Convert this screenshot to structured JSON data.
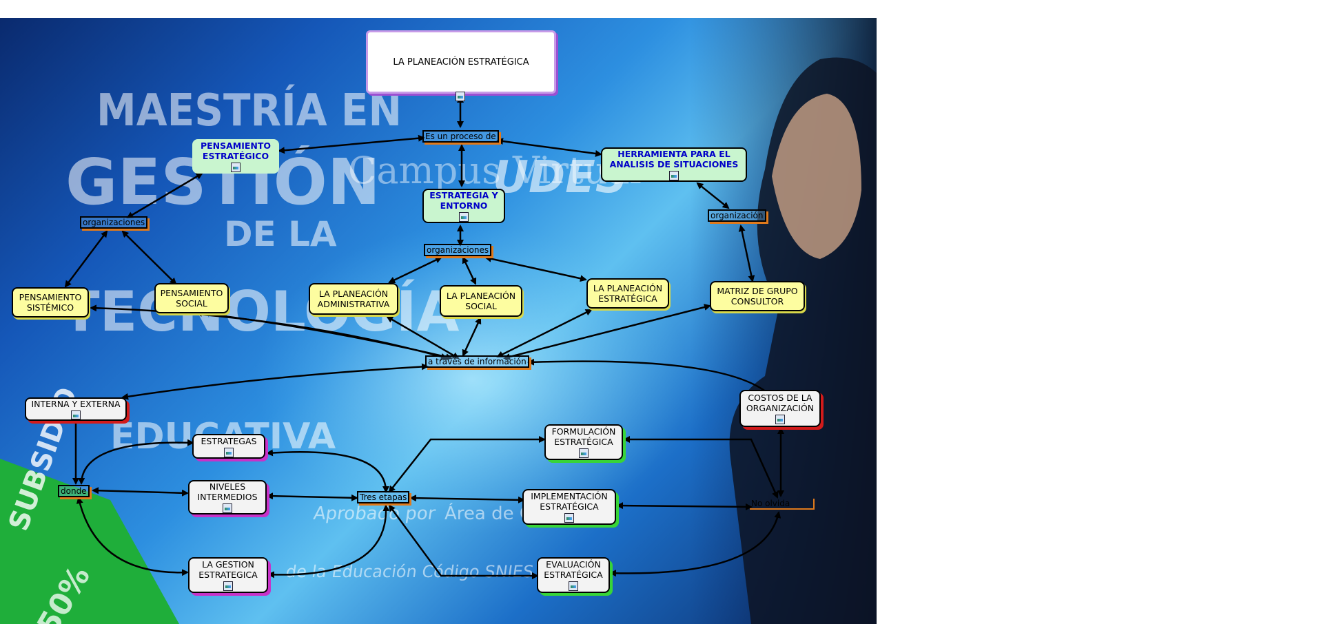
{
  "background": {
    "watermark_line1": "MAESTRÍA EN",
    "watermark_line2": "GESTIÓN",
    "watermark_line3": "DE LA",
    "watermark_line4": "TECNOLOGÍA",
    "watermark_line5": "EDUCATIVA",
    "watermark_campus": "Campus Virtual",
    "watermark_brand": "UDES",
    "watermark_aprobado": "Aprobado por",
    "watermark_area": "Área de Ciencias",
    "watermark_snies": "de la Educación Código SNIES",
    "watermark_subsidio": "SUBSIDIO",
    "watermark_percent": "50%",
    "colors": {
      "deep": "#0a2a6e",
      "mid": "#2d8fe0",
      "light": "#5fc0f0",
      "green_corner": "#1fae3a"
    }
  },
  "nodes": {
    "root": "LA PLANEACIÓN ESTRATÉGICA",
    "es_un_proceso": "Es un proceso de",
    "pensamiento_estrategico": "PENSAMIENTO ESTRATÉGICO",
    "herramienta": "HERRAMIENTA PARA EL ANALISIS DE SITUACIONES",
    "estrategia_entorno": "ESTRATEGIA Y ENTORNO",
    "organizaciones_left": "organizaciones",
    "organizaciones_center": "organizaciones",
    "organizacion_right": "organización",
    "pensamiento_sistemico": "PENSAMIENTO SISTÉMICO",
    "pensamiento_social": "PENSAMIENTO SOCIAL",
    "planeacion_administrativa": "LA PLANEACIÓN ADMINISTRATIVA",
    "planeacion_social": "LA PLANEACIÓN SOCIAL",
    "planeacion_estrategica": "LA PLANEACIÓN ESTRATÉGICA",
    "matriz": "MATRIZ DE GRUPO CONSULTOR",
    "a_traves": "a través de información",
    "interna_externa": "INTERNA Y EXTERNA",
    "costos": "COSTOS DE LA ORGANIZACIÓN",
    "estrategas": "ESTRATEGAS",
    "donde": "donde",
    "niveles": "NIVELES INTERMEDIOS",
    "gestion": "LA GESTION ESTRATEGICA",
    "tres_etapas": "Tres etapas",
    "formulacion": "FORMULACIÓN ESTRATÉGICA",
    "implementacion": "IMPLEMENTACIÓN ESTRATÉGICA",
    "evaluacion": "EVALUACIÓN ESTRATÉGICA",
    "no_olvida": "No olvida"
  },
  "icons": {
    "resource": "image-resource-icon"
  }
}
